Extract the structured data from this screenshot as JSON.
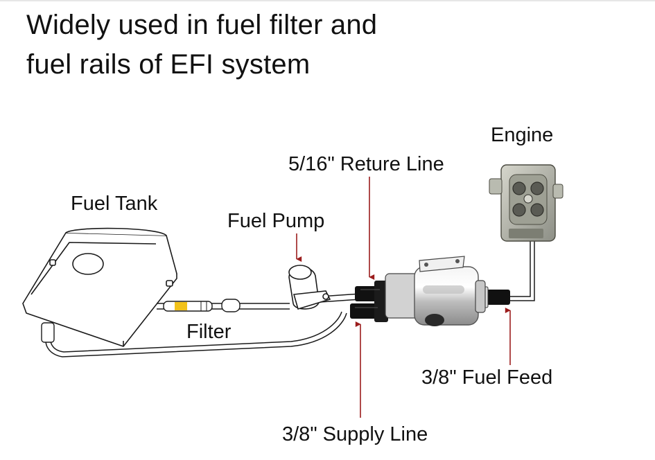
{
  "title": {
    "line1": "Widely used in fuel filter and",
    "line2": "fuel rails of EFI system"
  },
  "labels": {
    "engine": "Engine",
    "return_line": "5/16\" Reture Line",
    "fuel_tank": "Fuel Tank",
    "fuel_pump": "Fuel Pump",
    "filter": "Filter",
    "fuel_feed": "3/8\" Fuel Feed",
    "supply_line": "3/8\" Supply Line"
  },
  "colors": {
    "arrow": "#9b1c1c",
    "line_art": "#1a1a1a",
    "fitting": "#111111",
    "filter_body": "#d9d9d9",
    "inline_filter_band": "#f2c21a"
  }
}
